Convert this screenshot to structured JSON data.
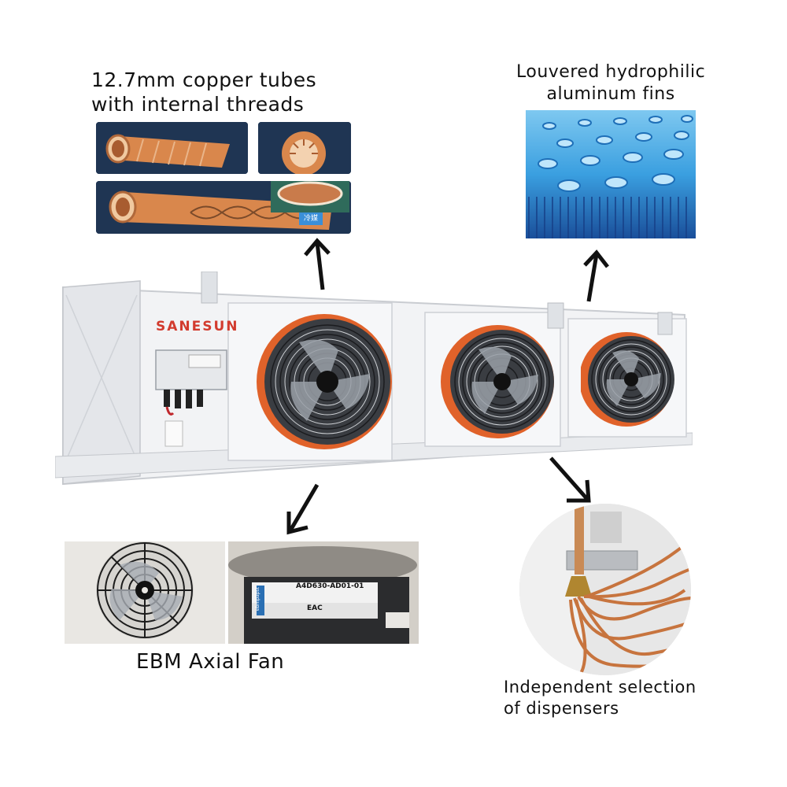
{
  "captions": {
    "copper_tubes": [
      "12.7mm copper tubes",
      "with internal threads"
    ],
    "aluminum_fins": [
      "Louvered hydrophilic",
      "aluminum fins"
    ],
    "fan": [
      "EBM Axial Fan"
    ],
    "dispensers": [
      "Independent selection",
      "of dispensers"
    ]
  },
  "unit": {
    "brand_logo": "SANESUN",
    "fan_count": 3
  },
  "copper_panel": {
    "refrigerant_tag": "冷媒"
  },
  "fan_label": {
    "model": "A4D630-AD01-01",
    "brand": "ebmpapst",
    "mark": "EAC"
  },
  "icons": {
    "arrows": [
      "arrow-up-icon",
      "arrow-up-icon",
      "arrow-down-left-icon",
      "arrow-down-right-icon"
    ]
  },
  "colors": {
    "copper": "#d9874c",
    "fin_blue": "#3a9fe0",
    "fan_ring": "#e0622a",
    "panel_navy": "#1f3553",
    "unit_white": "#f2f3f5"
  }
}
